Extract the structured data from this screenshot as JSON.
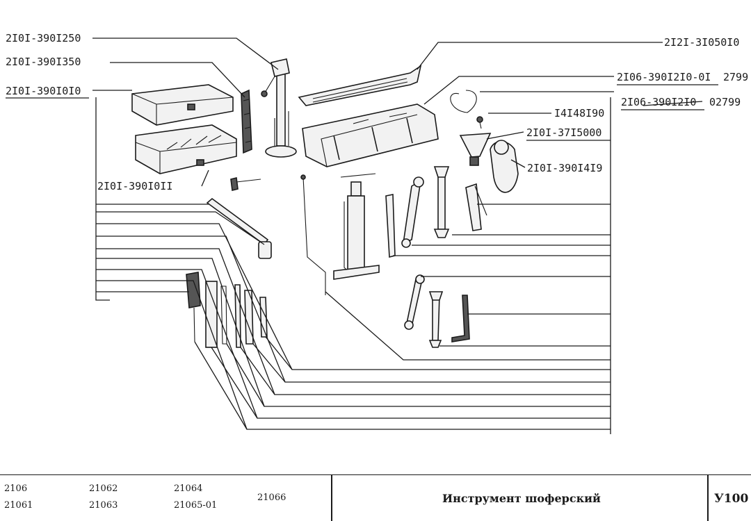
{
  "labels": {
    "jack": "2I0I-390I250",
    "box_spanner": "2I0I-390I350",
    "tool_box": "2I0I-390I0I0",
    "tool_box_open": "2I0I-390I0II",
    "stand": "2I2I-3I050I0",
    "tool_bag_a": "2I06-390I2I0-0I",
    "tool_bag_a_suffix": "2799",
    "tool_bag_b": "2I06-390I2I0",
    "tool_bag_b_suffix": "02799",
    "clip": "I4I48I90",
    "lamp": "2I0I-37I5000",
    "pouch": "2I0I-390I4I9"
  },
  "title_block": {
    "models": [
      "2106",
      "21061",
      "21062",
      "21063",
      "21064",
      "21065-01",
      "21066"
    ],
    "caption": "Инструмент шоферский",
    "code": "У100"
  }
}
